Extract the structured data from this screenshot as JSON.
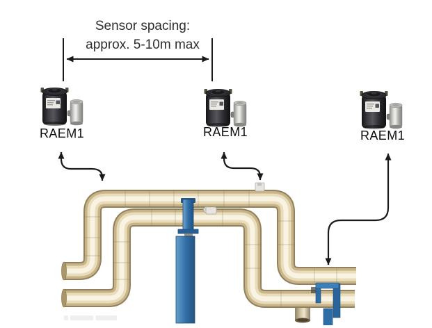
{
  "annotation": {
    "sensor_spacing_line1": "Sensor spacing:",
    "sensor_spacing_line2": "approx. 5-10m max"
  },
  "sensors": [
    {
      "label": "RAEM1"
    },
    {
      "label": "RAEM1"
    },
    {
      "label": "RAEM1"
    }
  ],
  "colors": {
    "background": "#ffffff",
    "annotation_ink": "#1a1a1a",
    "pipe_gold_dark": "#93805c",
    "pipe_gold_mid": "#c7b488",
    "pipe_gold_light": "#e9dcbb",
    "pipe_highlight": "#f8f3e3",
    "support_blue": "#2e6da6",
    "sensor_body_black": "#222327",
    "sensor_steel_gray": "#bcbcba"
  }
}
